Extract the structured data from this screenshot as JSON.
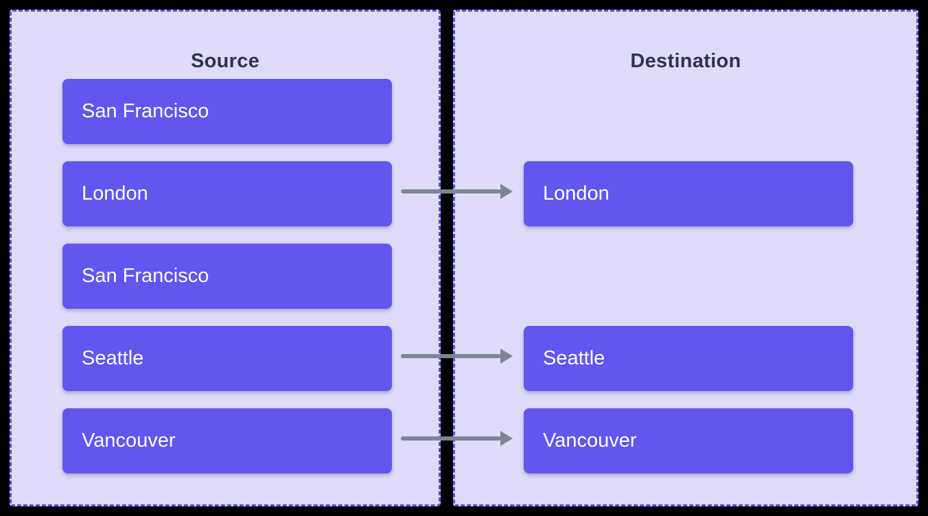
{
  "source": {
    "title": "Source",
    "items": [
      {
        "label": "San Francisco"
      },
      {
        "label": "London"
      },
      {
        "label": "San Francisco"
      },
      {
        "label": "Seattle"
      },
      {
        "label": "Vancouver"
      }
    ]
  },
  "destination": {
    "title": "Destination",
    "items": [
      {
        "label": "London"
      },
      {
        "label": "Seattle"
      },
      {
        "label": "Vancouver"
      }
    ]
  },
  "mappings": [
    {
      "source": "London",
      "destination": "London"
    },
    {
      "source": "Seattle",
      "destination": "Seattle"
    },
    {
      "source": "Vancouver",
      "destination": "Vancouver"
    }
  ],
  "colors": {
    "page_bg": "#000000",
    "panel_bg": "#dedcf9",
    "panel_border": "#5353d6",
    "item_bg": "#6156f0",
    "item_text": "#ffffff",
    "title_text": "#2e3350",
    "arrow": "#7d8595"
  }
}
